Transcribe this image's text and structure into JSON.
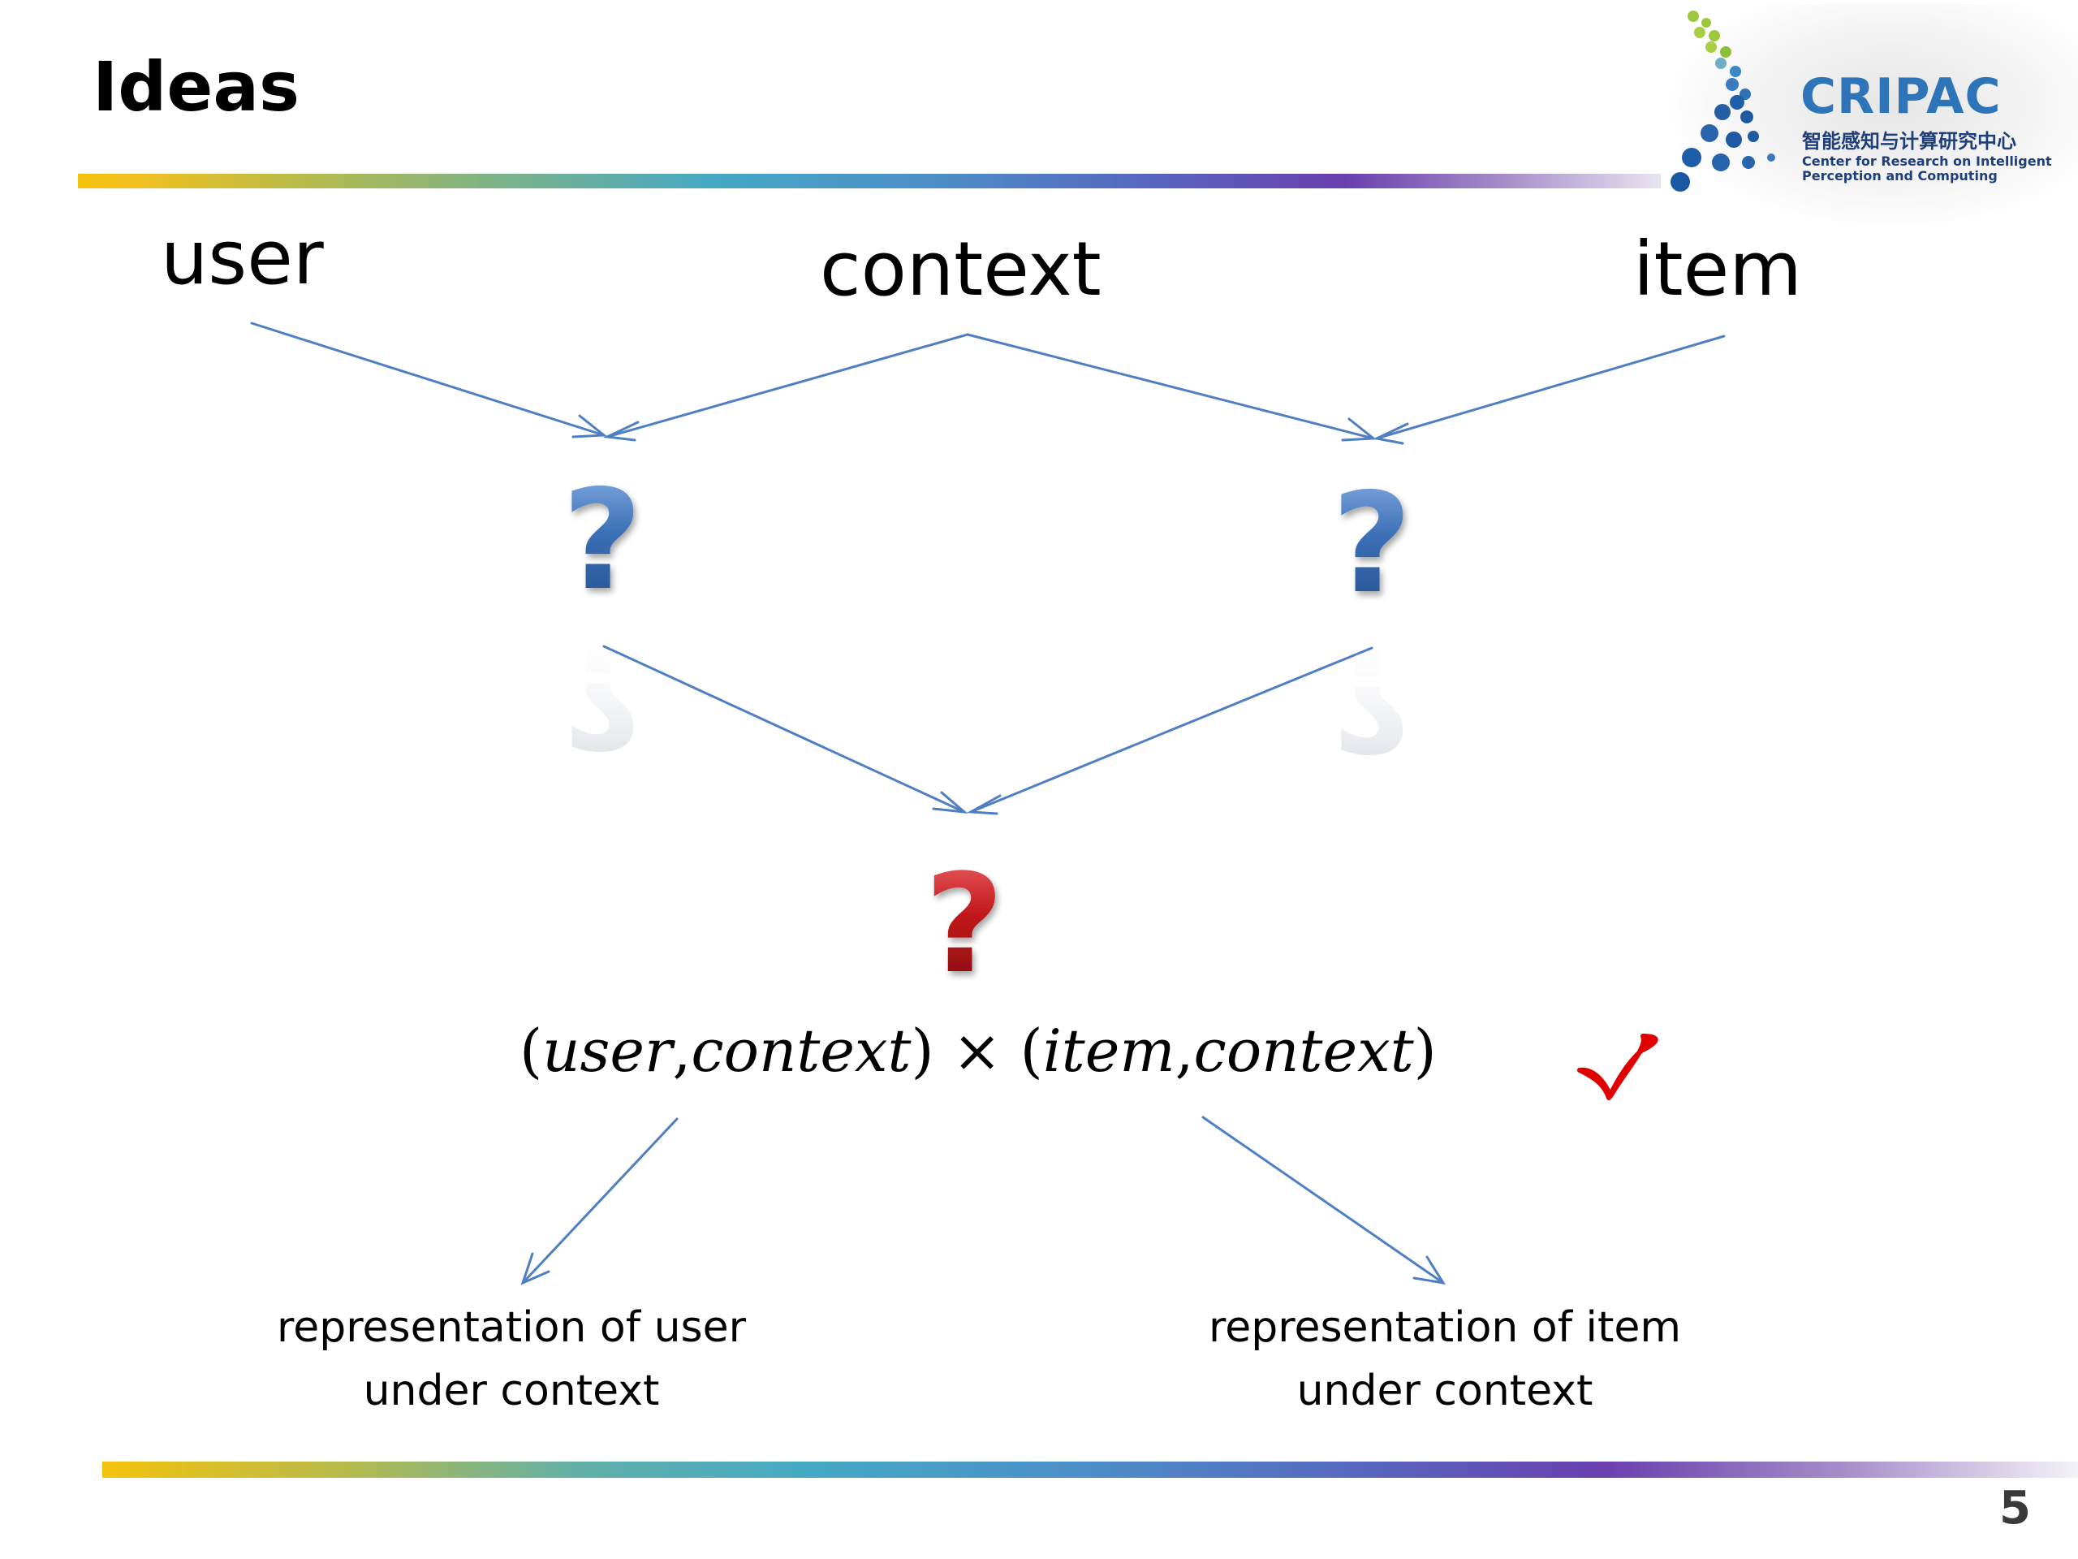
{
  "slide": {
    "title": "Ideas",
    "page_number": "5"
  },
  "logo": {
    "name": "CRIPAC",
    "chinese": "智能感知与计算研究中心",
    "english_line1": "Center for Research on Intelligent",
    "english_line2": "Perception and Computing"
  },
  "diagram": {
    "nodes": {
      "user": "user",
      "context": "context",
      "item": "item",
      "question_mark": "?",
      "check": "✓"
    },
    "formula": {
      "open1": "(",
      "left_term1": "user",
      "comma1": ",",
      "left_term2": "context",
      "close1": ")",
      "times": " × ",
      "open2": "(",
      "right_term1": "item",
      "comma2": ",",
      "right_term2": "context",
      "close2": ")"
    },
    "outputs": {
      "left_line1": "representation of user",
      "left_line2": "under context",
      "right_line1": "representation of item",
      "right_line2": "under context"
    },
    "colors": {
      "arrow": "#4f7fc3",
      "blue_question": "#3b6fb6",
      "red_question": "#c0161a",
      "check": "#e00000"
    }
  }
}
